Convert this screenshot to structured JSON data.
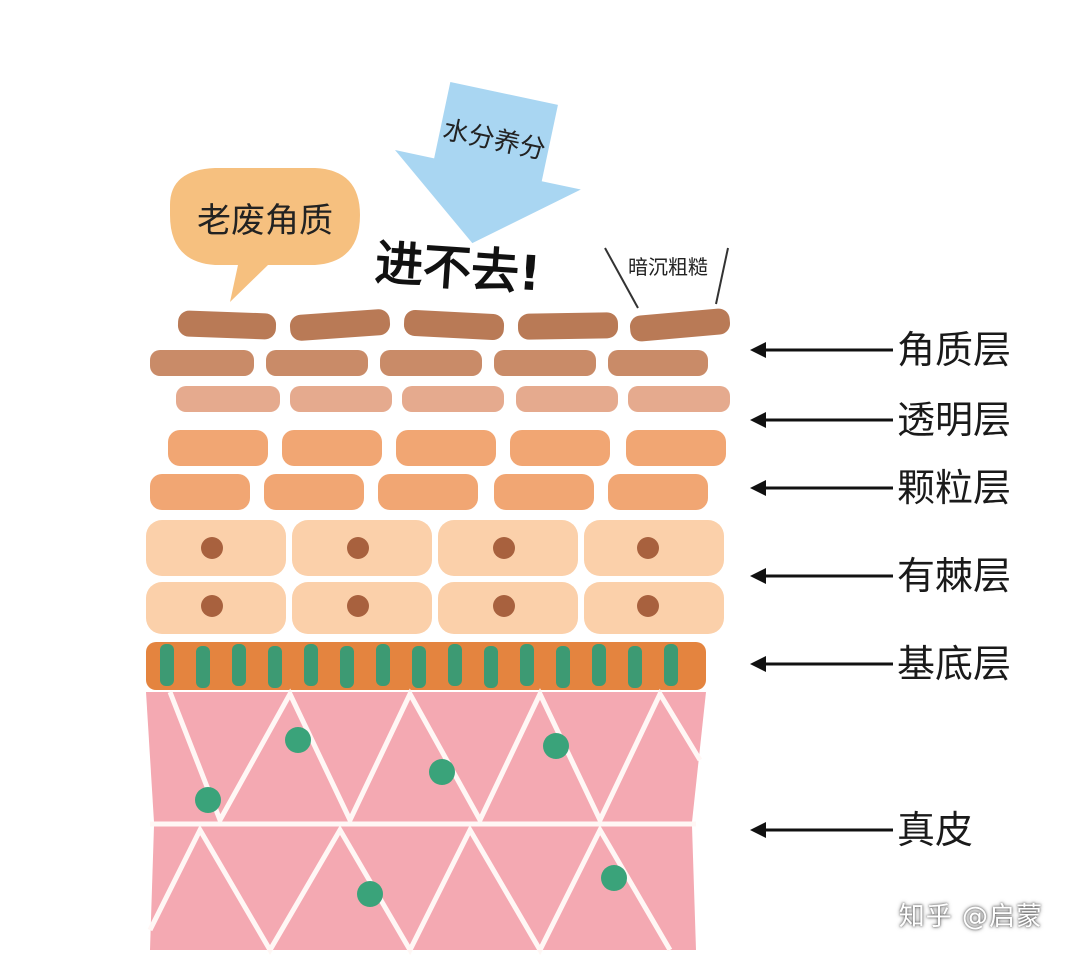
{
  "callouts": {
    "old_keratin": "老废角质",
    "water_nutrients": "水分养分",
    "cannot_enter": "进不去!",
    "dull_rough": "暗沉粗糙"
  },
  "layers": [
    {
      "key": "stratum-corneum",
      "label": "角质层"
    },
    {
      "key": "stratum-lucidum",
      "label": "透明层"
    },
    {
      "key": "stratum-granulosum",
      "label": "颗粒层"
    },
    {
      "key": "stratum-spinosum",
      "label": "有棘层"
    },
    {
      "key": "stratum-basale",
      "label": "基底层"
    },
    {
      "key": "dermis",
      "label": "真皮"
    }
  ],
  "watermark": "知乎 @启蒙",
  "colors": {
    "corneum": "#b97a56",
    "corneum_lower": "#d49a7a",
    "lucidum": "#e8a98c",
    "granulosum": "#f2a672",
    "spinosum": "#fbd0aa",
    "nucleus": "#a8613e",
    "basale_orange": "#e4843f",
    "basale_green": "#3d9a73",
    "dermis": "#f4a9b2",
    "dermis_lines": "#fff7f5",
    "green_dot": "#3aa37a",
    "bubble": "#f6c07f",
    "arrow_fill": "#a9d6f2"
  }
}
